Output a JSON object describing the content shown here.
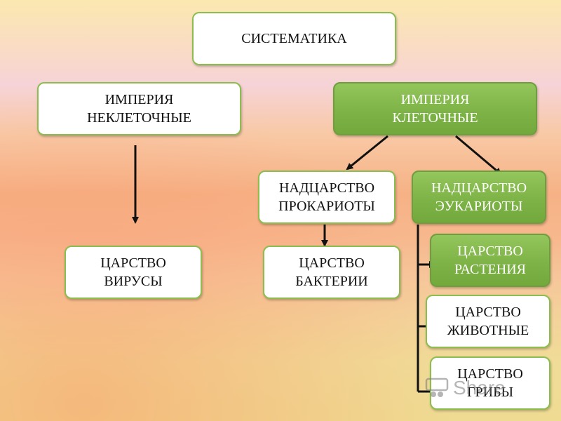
{
  "diagram": {
    "root": "СИСТЕМАТИКА",
    "empire_noncellular": "ИМПЕРИЯ\nНЕКЛЕТОЧНЫЕ",
    "empire_cellular": "ИМПЕРИЯ\nКЛЕТОЧНЫЕ",
    "kingdom_viruses": "ЦАРСТВО\nВИРУСЫ",
    "superkingdom_prokaryotes": "НАДЦАРСТВО\nПРОКАРИОТЫ",
    "superkingdom_eukaryotes": "НАДЦАРСТВО\nЭУКАРИОТЫ",
    "kingdom_bacteria": "ЦАРСТВО\nБАКТЕРИИ",
    "kingdom_plants": "ЦАРСТВО\nРАСТЕНИЯ",
    "kingdom_animals": "ЦАРСТВО\nЖИВОТНЫЕ",
    "kingdom_fungi": "ЦАРСТВО\nГРИБЫ"
  },
  "watermark": {
    "text": "Share",
    "icon": "slideshare-logo-icon"
  },
  "colors": {
    "accent_green": "#7eb347",
    "border_green": "#8cbd4f"
  }
}
